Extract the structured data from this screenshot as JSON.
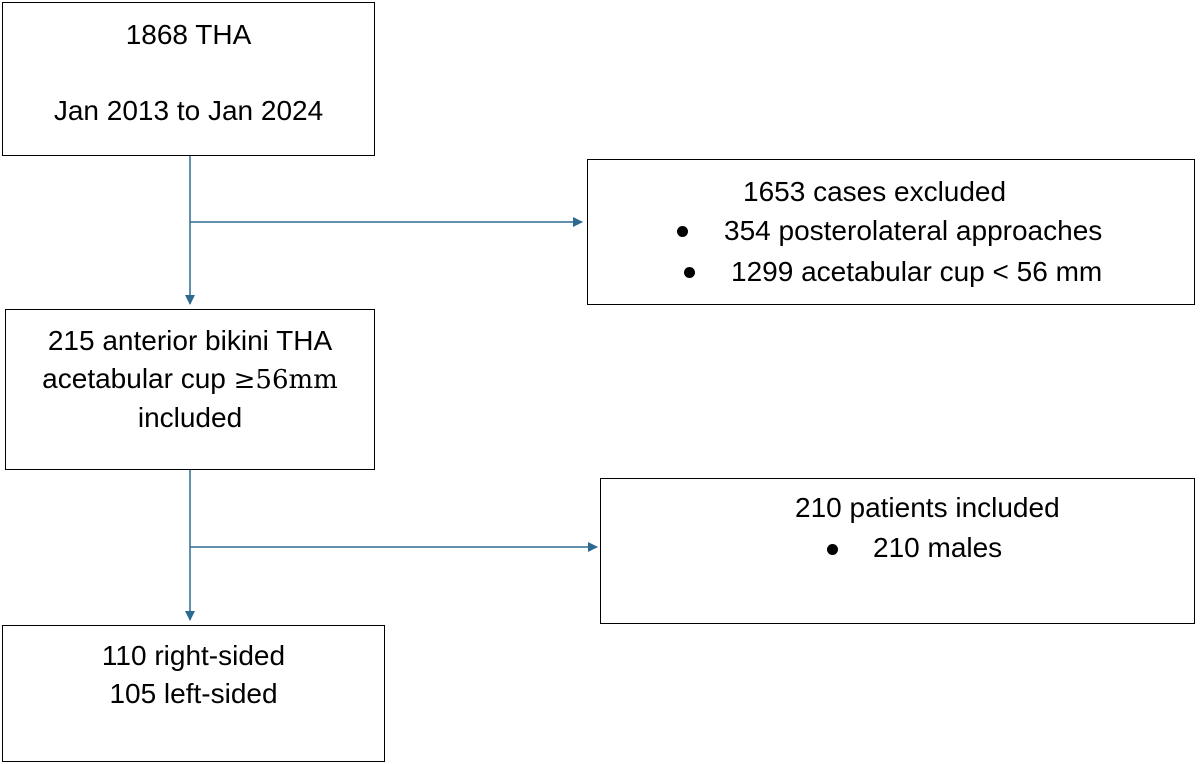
{
  "colors": {
    "connector": "#2e6a8f",
    "box_border": "#000000",
    "text": "#000000"
  },
  "box_total": {
    "line1": "1868 THA",
    "line2": "Jan 2013 to Jan 2024"
  },
  "box_excluded": {
    "title": "1653 cases excluded",
    "bullets": [
      "354 posterolateral approaches",
      "1299 acetabular cup < 56 mm"
    ]
  },
  "box_included": {
    "line1": "215 anterior bikini THA",
    "line2_prefix": "acetabular cup ",
    "line2_value": "≥56mm",
    "line3": "included"
  },
  "box_patients": {
    "title": "210 patients included",
    "bullets": [
      "210 males"
    ]
  },
  "box_sides": {
    "line1": "110 right-sided",
    "line2": "105 left-sided"
  }
}
